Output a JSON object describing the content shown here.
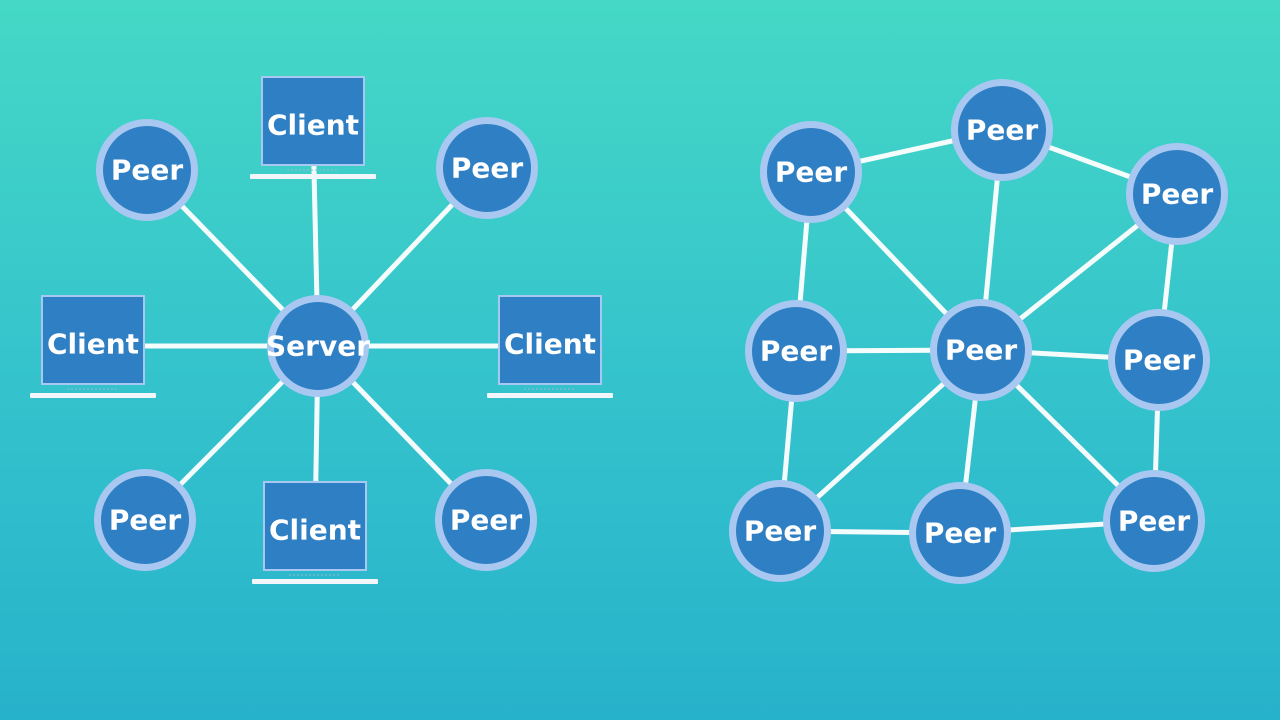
{
  "colors": {
    "node_fill": "#2f7fc4",
    "node_ring": "#a8c8f2",
    "edge": "#ffffff",
    "label": "#ffffff"
  },
  "client_server": {
    "nodes": [
      {
        "id": "server",
        "kind": "circle",
        "label": "Server"
      },
      {
        "id": "client-top",
        "kind": "laptop",
        "label": "Client"
      },
      {
        "id": "client-left",
        "kind": "laptop",
        "label": "Client"
      },
      {
        "id": "client-right",
        "kind": "laptop",
        "label": "Client"
      },
      {
        "id": "client-bottom",
        "kind": "laptop",
        "label": "Client"
      },
      {
        "id": "peer-top-left",
        "kind": "circle",
        "label": "Peer"
      },
      {
        "id": "peer-top-right",
        "kind": "circle",
        "label": "Peer"
      },
      {
        "id": "peer-bottom-left",
        "kind": "circle",
        "label": "Peer"
      },
      {
        "id": "peer-bottom-right",
        "kind": "circle",
        "label": "Peer"
      }
    ],
    "edges": [
      [
        "server",
        "client-top"
      ],
      [
        "server",
        "client-left"
      ],
      [
        "server",
        "client-right"
      ],
      [
        "server",
        "client-bottom"
      ],
      [
        "server",
        "peer-top-left"
      ],
      [
        "server",
        "peer-top-right"
      ],
      [
        "server",
        "peer-bottom-left"
      ],
      [
        "server",
        "peer-bottom-right"
      ]
    ]
  },
  "peer_to_peer": {
    "nodes": [
      {
        "id": "p-top",
        "kind": "circle",
        "label": "Peer"
      },
      {
        "id": "p-top-left",
        "kind": "circle",
        "label": "Peer"
      },
      {
        "id": "p-top-right",
        "kind": "circle",
        "label": "Peer"
      },
      {
        "id": "p-mid-left",
        "kind": "circle",
        "label": "Peer"
      },
      {
        "id": "p-center",
        "kind": "circle",
        "label": "Peer"
      },
      {
        "id": "p-mid-right",
        "kind": "circle",
        "label": "Peer"
      },
      {
        "id": "p-bottom-left",
        "kind": "circle",
        "label": "Peer"
      },
      {
        "id": "p-bottom-mid",
        "kind": "circle",
        "label": "Peer"
      },
      {
        "id": "p-bottom-right",
        "kind": "circle",
        "label": "Peer"
      }
    ],
    "edges": [
      [
        "p-top-left",
        "p-top"
      ],
      [
        "p-top",
        "p-top-right"
      ],
      [
        "p-top-left",
        "p-mid-left"
      ],
      [
        "p-top-left",
        "p-center"
      ],
      [
        "p-top",
        "p-center"
      ],
      [
        "p-top-right",
        "p-center"
      ],
      [
        "p-top-right",
        "p-mid-right"
      ],
      [
        "p-mid-left",
        "p-center"
      ],
      [
        "p-center",
        "p-mid-right"
      ],
      [
        "p-mid-left",
        "p-bottom-left"
      ],
      [
        "p-center",
        "p-bottom-left"
      ],
      [
        "p-center",
        "p-bottom-mid"
      ],
      [
        "p-center",
        "p-bottom-right"
      ],
      [
        "p-mid-right",
        "p-bottom-right"
      ],
      [
        "p-bottom-left",
        "p-bottom-mid"
      ],
      [
        "p-bottom-mid",
        "p-bottom-right"
      ]
    ]
  }
}
